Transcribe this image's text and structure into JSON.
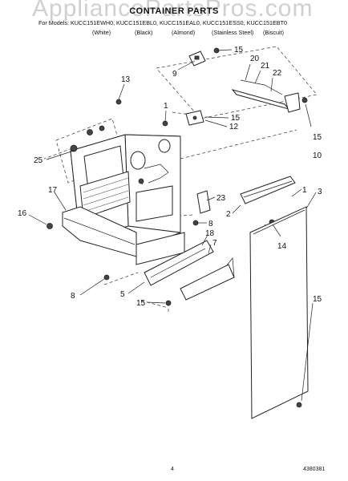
{
  "watermark": "AppliancePartsPros.com",
  "title": "CONTAINER PARTS",
  "models_line": "For Models: KUCC151EWH0, KUCC151EBL0, KUCC151EAL0, KUCC151ESS0, KUCC151EBT0",
  "colors": [
    "(White)",
    "(Black)",
    "(Almond)",
    "(Stainless Steel)",
    "(Biscuit)"
  ],
  "callouts": [
    "13",
    "1",
    "15",
    "9",
    "20",
    "21",
    "22",
    "15",
    "12",
    "25",
    "15",
    "10",
    "17",
    "16",
    "23",
    "1",
    "3",
    "2",
    "8",
    "18",
    "7",
    "14",
    "8",
    "5",
    "15",
    "15"
  ],
  "page_number": "4",
  "doc_number": "4380381"
}
